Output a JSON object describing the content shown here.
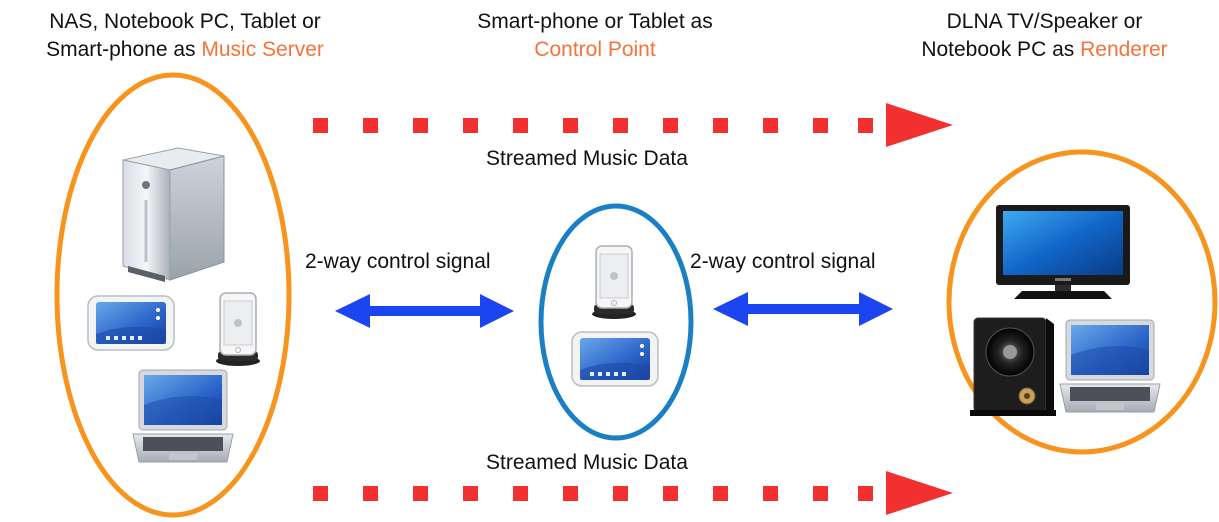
{
  "headers": {
    "server": {
      "line1": "NAS, Notebook PC, Tablet or",
      "line2_prefix": "Smart-phone as ",
      "role": "Music Server"
    },
    "control": {
      "line1": "Smart-phone or Tablet as",
      "role": "Control Point"
    },
    "renderer": {
      "line1": "DLNA TV/Speaker or",
      "line2_prefix": "Notebook PC as ",
      "role": "Renderer"
    }
  },
  "flows": {
    "top_stream_label": "Streamed Music Data",
    "bottom_stream_label": "Streamed Music Data",
    "left_control_label": "2-way control signal",
    "right_control_label": "2-way control signal"
  },
  "colors": {
    "role_text": "#f4733a",
    "server_ellipse": "#f7941d",
    "control_ellipse": "#1b7fc4",
    "renderer_ellipse": "#f7941d",
    "stream_arrow": "#f23030",
    "control_arrow": "#1a45f0"
  },
  "icons": {
    "server": [
      "nas-tower-icon",
      "tablet-icon",
      "smartphone-icon",
      "laptop-icon"
    ],
    "control": [
      "smartphone-icon",
      "tablet-icon"
    ],
    "renderer": [
      "tv-icon",
      "speaker-icon",
      "laptop-icon"
    ]
  }
}
